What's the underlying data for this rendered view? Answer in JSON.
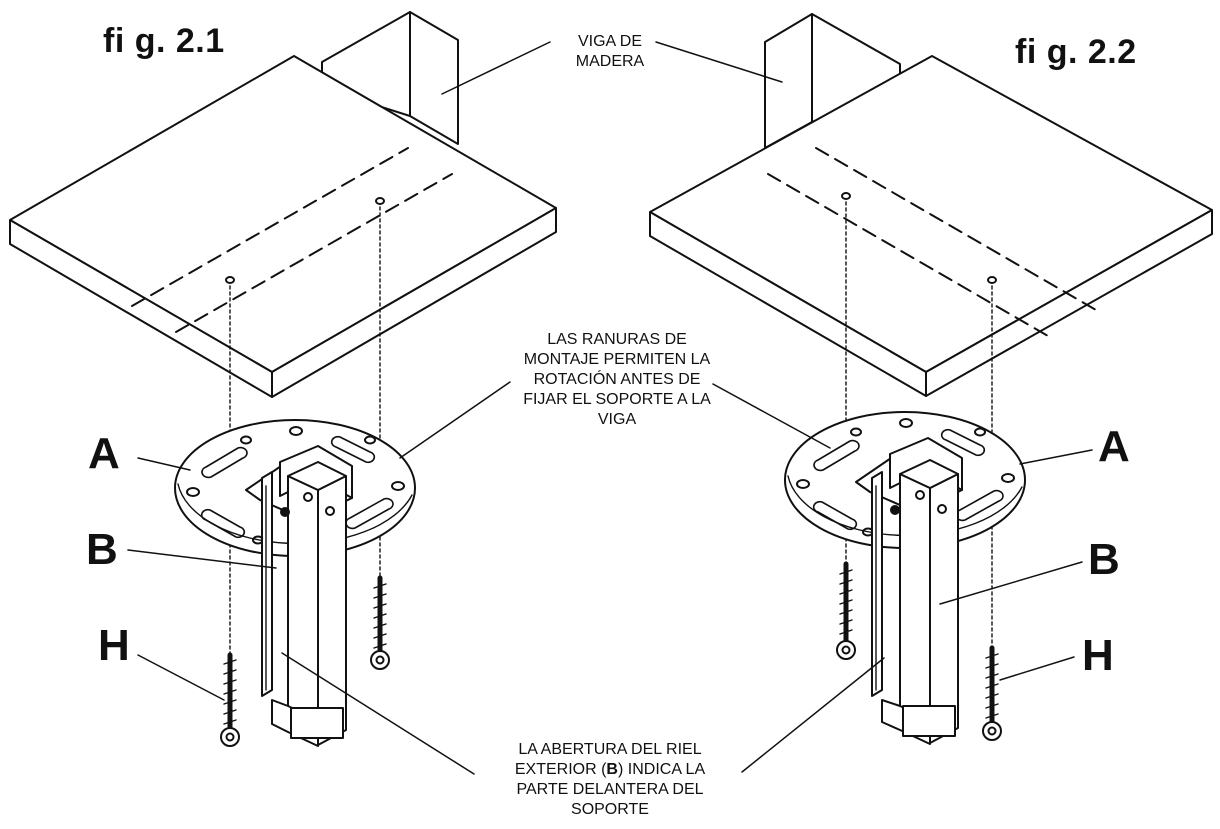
{
  "figures": [
    {
      "title": "fi g. 2.1"
    },
    {
      "title": "fi g. 2.2"
    }
  ],
  "labels": {
    "a_left": "A",
    "b_left": "B",
    "h_left": "H",
    "a_right": "A",
    "b_right": "B",
    "h_right": "H"
  },
  "callouts": {
    "beam": [
      "VIGA DE",
      "MADERA"
    ],
    "slots": [
      "LAS RANURAS DE",
      "MONTAJE PERMITEN LA",
      "ROTACIÓN ANTES DE",
      "FIJAR EL SOPORTE A LA",
      "VIGA"
    ],
    "opening": {
      "line1": "LA ABERTURA DEL RIEL",
      "line2_pre": "EXTERIOR (",
      "line2_bold": "B",
      "line2_post": ") INDICA LA",
      "line3": "PARTE DELANTERA DEL",
      "line4": "SOPORTE"
    }
  },
  "colors": {
    "ink": "#111111",
    "paper": "#ffffff",
    "shade": "#e6e6e6"
  }
}
